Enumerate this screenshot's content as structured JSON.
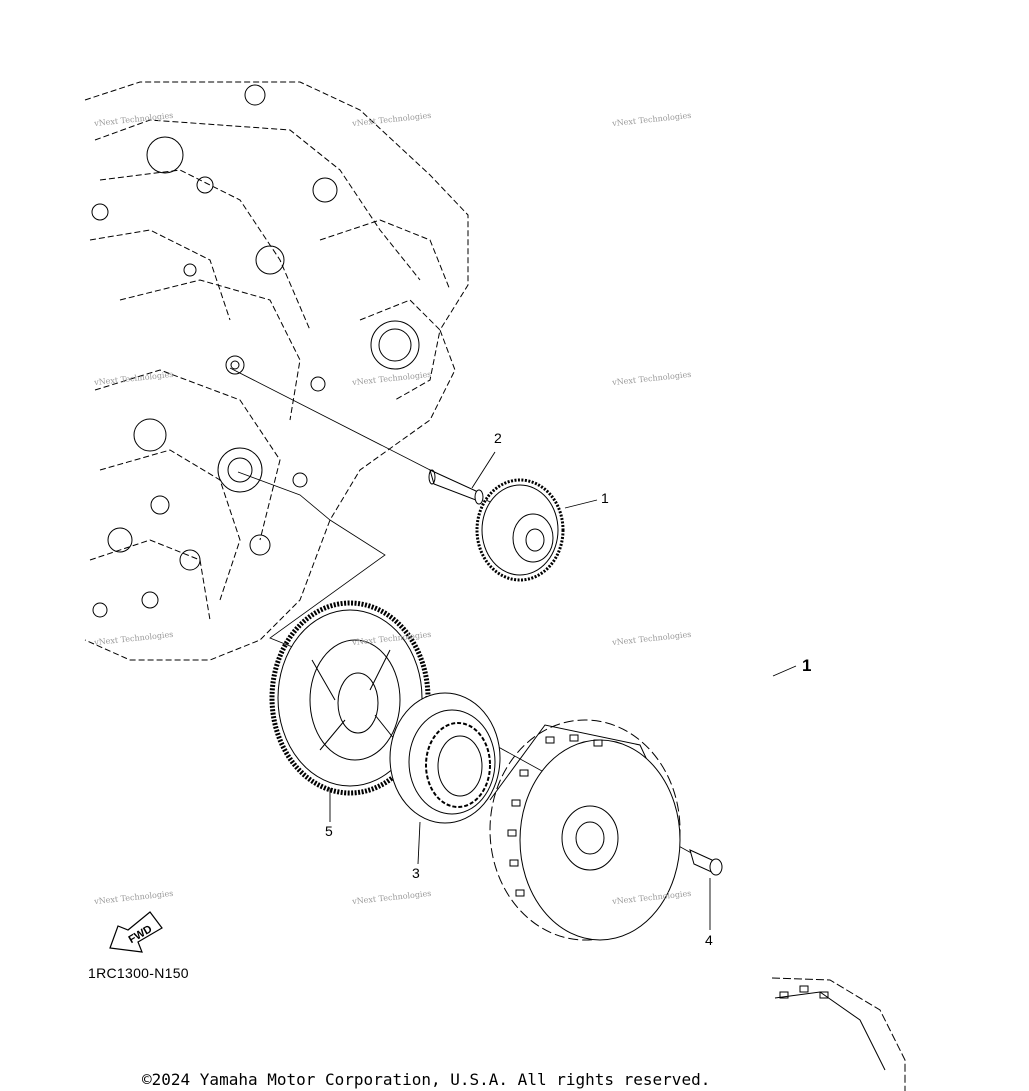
{
  "diagram": {
    "callouts": [
      {
        "id": "1",
        "label": "1"
      },
      {
        "id": "2",
        "label": "2"
      },
      {
        "id": "3",
        "label": "3"
      },
      {
        "id": "4",
        "label": "4"
      },
      {
        "id": "5",
        "label": "5"
      },
      {
        "id": "1-assy",
        "label": "1"
      }
    ],
    "fwd_label": "FWD",
    "reference_code": "1RC1300-N150",
    "copyright": "©2024 Yamaha Motor Corporation, U.S.A. All rights reserved.",
    "watermark_text": "vNext Technologies",
    "line_color": "#000000",
    "watermark_color": "#9a9a9a"
  }
}
